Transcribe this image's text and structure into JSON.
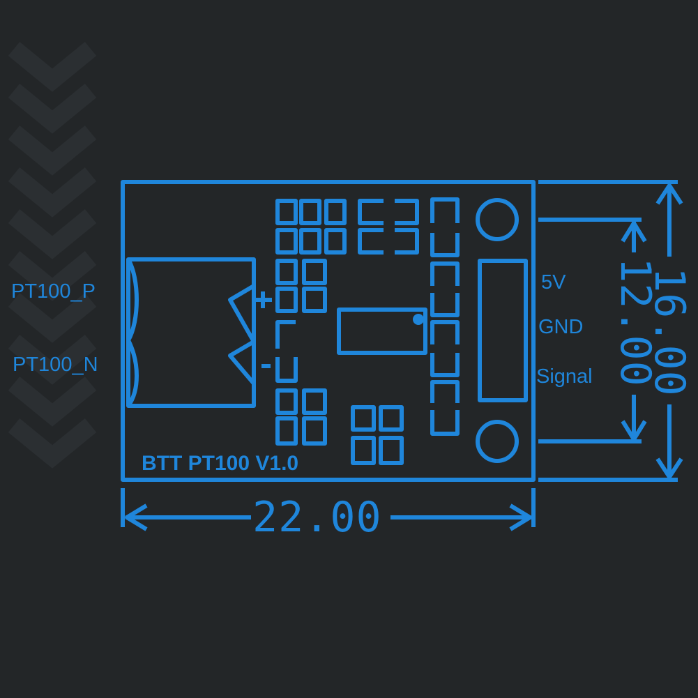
{
  "labels": {
    "pt100_p": "PT100_P",
    "pt100_n": "PT100_N",
    "pin_5v": "5V",
    "pin_gnd": "GND",
    "pin_signal": "Signal",
    "board_name": "BTT PT100 V1.0"
  },
  "dimensions": {
    "width": "22.00",
    "height_outer": "16.00",
    "height_inner": "12.00"
  },
  "colors": {
    "background": "#232628",
    "outline": "#1f86db"
  }
}
